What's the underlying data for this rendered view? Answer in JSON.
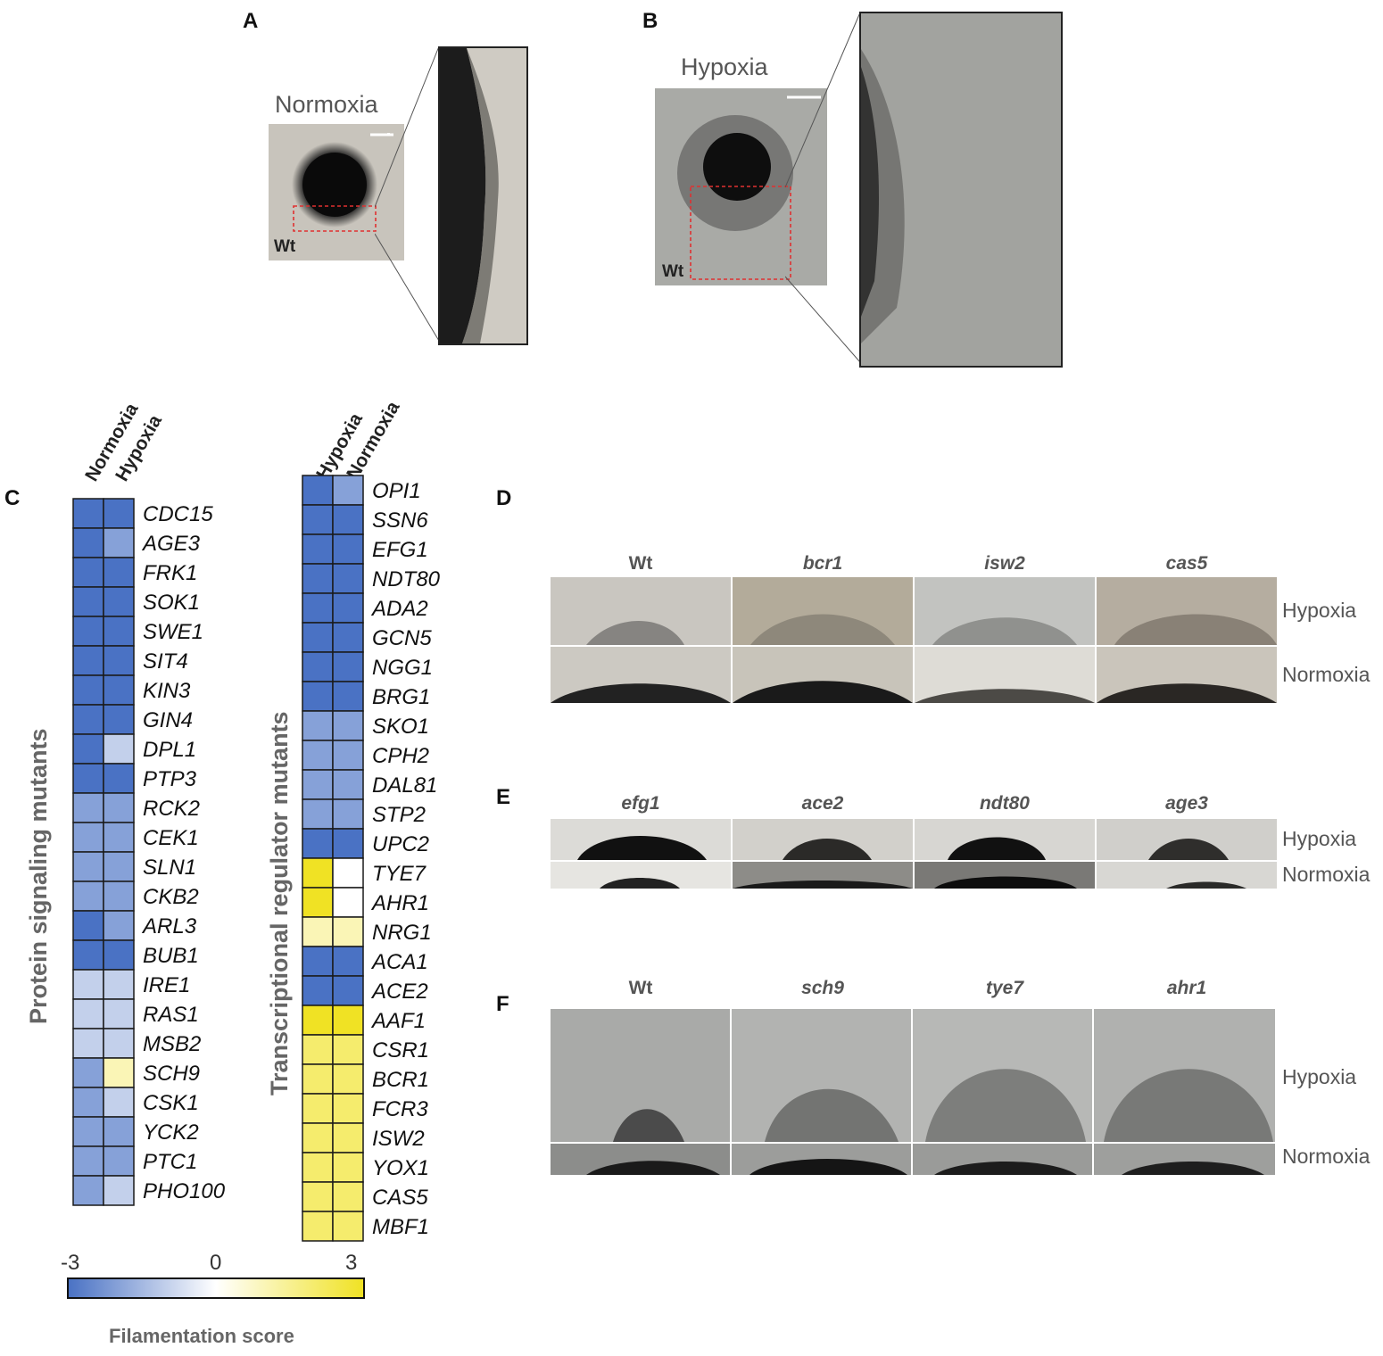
{
  "panels": {
    "A": {
      "letter": "A",
      "condition": "Normoxia",
      "strain": "Wt"
    },
    "B": {
      "letter": "B",
      "condition": "Hypoxia",
      "strain": "Wt"
    },
    "C": {
      "letter": "C",
      "axis_title": "Protein signaling mutants"
    },
    "C2": {
      "axis_title": "Transcriptional regulator mutants"
    },
    "D": {
      "letter": "D",
      "strains": [
        "Wt",
        "bcr1",
        "isw2",
        "cas5"
      ],
      "rows": [
        "Hypoxia",
        "Normoxia"
      ]
    },
    "E": {
      "letter": "E",
      "strains": [
        "efg1",
        "ace2",
        "ndt80",
        "age3"
      ],
      "rows": [
        "Hypoxia",
        "Normoxia"
      ]
    },
    "F": {
      "letter": "F",
      "strains": [
        "Wt",
        "sch9",
        "tye7",
        "ahr1"
      ],
      "rows": [
        "Hypoxia",
        "Normoxia"
      ]
    }
  },
  "colors": {
    "low": "#4a72c4",
    "mid": "#ffffff",
    "high": "#f0e224",
    "grid": "#1a1a1a"
  },
  "chart_data": [
    {
      "type": "heatmap",
      "columns": [
        "Normoxia",
        "Hypoxia"
      ],
      "rows": [
        "CDC15",
        "AGE3",
        "FRK1",
        "SOK1",
        "SWE1",
        "SIT4",
        "KIN3",
        "GIN4",
        "DPL1",
        "PTP3",
        "RCK2",
        "CEK1",
        "SLN1",
        "CKB2",
        "ARL3",
        "BUB1",
        "IRE1",
        "RAS1",
        "MSB2",
        "SCH9",
        "CSK1",
        "YCK2",
        "PTC1",
        "PHO100"
      ],
      "values": [
        [
          -3,
          -3
        ],
        [
          -3,
          -2
        ],
        [
          -3,
          -3
        ],
        [
          -3,
          -3
        ],
        [
          -3,
          -3
        ],
        [
          -3,
          -3
        ],
        [
          -3,
          -3
        ],
        [
          -3,
          -3
        ],
        [
          -3,
          -1
        ],
        [
          -3,
          -3
        ],
        [
          -2,
          -2
        ],
        [
          -2,
          -2
        ],
        [
          -2,
          -2
        ],
        [
          -2,
          -2
        ],
        [
          -3,
          -2
        ],
        [
          -3,
          -3
        ],
        [
          -1,
          -1
        ],
        [
          -1,
          -1
        ],
        [
          -1,
          -1
        ],
        [
          -2,
          1
        ],
        [
          -2,
          -1
        ],
        [
          -2,
          -2
        ],
        [
          -2,
          -2
        ],
        [
          -2,
          -1
        ]
      ],
      "ylabel": "Protein signaling mutants"
    },
    {
      "type": "heatmap",
      "columns": [
        "Hypoxia",
        "Normoxia"
      ],
      "rows": [
        "OPI1",
        "SSN6",
        "EFG1",
        "NDT80",
        "ADA2",
        "GCN5",
        "NGG1",
        "BRG1",
        "SKO1",
        "CPH2",
        "DAL81",
        "STP2",
        "UPC2",
        "TYE7",
        "AHR1",
        "NRG1",
        "ACA1",
        "ACE2",
        "AAF1",
        "CSR1",
        "BCR1",
        "FCR3",
        "ISW2",
        "YOX1",
        "CAS5",
        "MBF1"
      ],
      "values": [
        [
          -3,
          -2
        ],
        [
          -3,
          -3
        ],
        [
          -3,
          -3
        ],
        [
          -3,
          -3
        ],
        [
          -3,
          -3
        ],
        [
          -3,
          -3
        ],
        [
          -3,
          -3
        ],
        [
          -3,
          -3
        ],
        [
          -2,
          -2
        ],
        [
          -2,
          -2
        ],
        [
          -2,
          -2
        ],
        [
          -2,
          -2
        ],
        [
          -3,
          -3
        ],
        [
          3,
          0
        ],
        [
          3,
          0
        ],
        [
          1,
          1
        ],
        [
          -3,
          -3
        ],
        [
          -3,
          -3
        ],
        [
          3,
          3
        ],
        [
          2,
          2
        ],
        [
          2,
          2
        ],
        [
          2,
          2
        ],
        [
          2,
          2
        ],
        [
          2,
          2
        ],
        [
          2,
          2
        ],
        [
          2,
          2
        ]
      ],
      "ylabel": "Transcriptional regulator mutants"
    }
  ],
  "colorbar": {
    "min": -3,
    "max": 3,
    "ticks": [
      "-3",
      "0",
      "3"
    ],
    "title": "Filamentation score"
  }
}
